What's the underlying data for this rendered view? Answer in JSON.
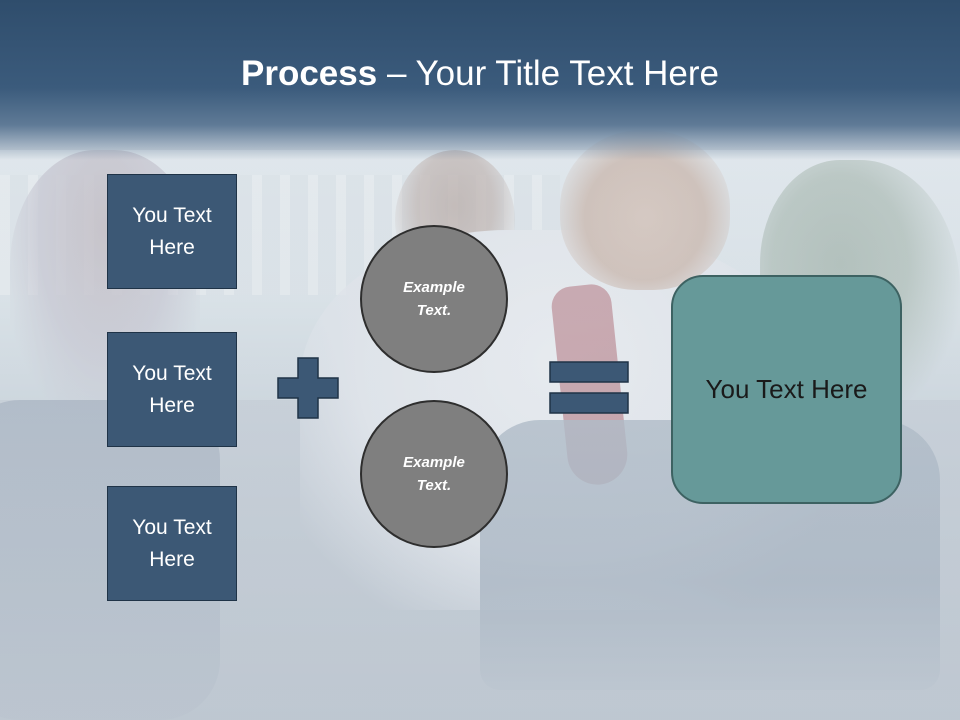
{
  "title": {
    "bold": "Process",
    "rest": " – Your Title Text Here"
  },
  "left_boxes": [
    {
      "label": "You Text Here"
    },
    {
      "label": "You Text Here"
    },
    {
      "label": "You Text Here"
    }
  ],
  "circles": [
    {
      "label": "Example Text."
    },
    {
      "label": "Example Text."
    }
  ],
  "result": {
    "label": "You Text Here"
  },
  "colors": {
    "title_band": "#3b5b7c",
    "box_fill": "#3c5875",
    "circle_fill": "#7f7f7f",
    "result_fill": "#669999",
    "operator_fill": "#3c5875"
  }
}
